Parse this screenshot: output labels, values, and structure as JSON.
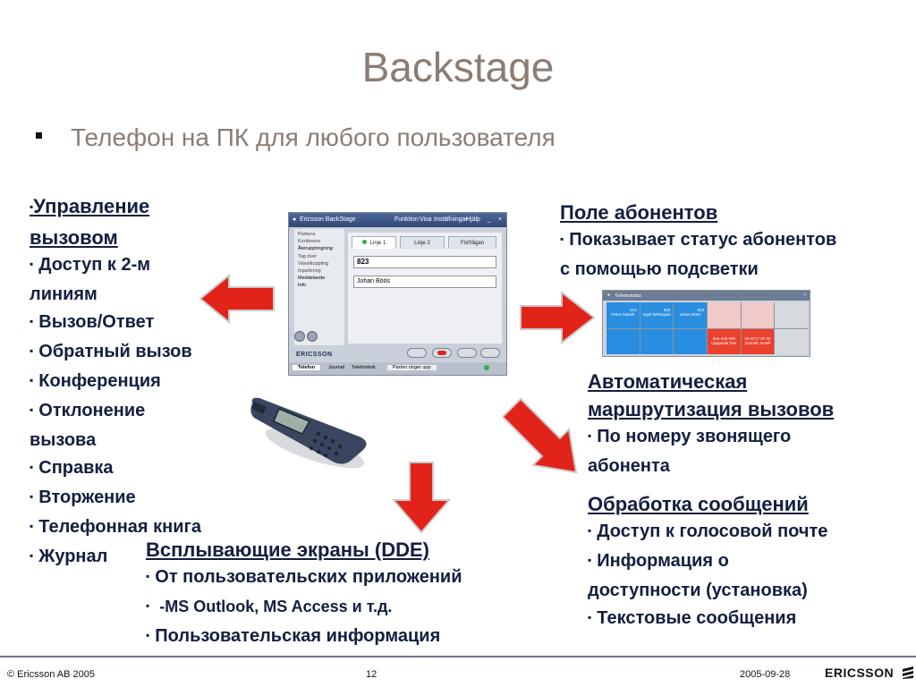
{
  "slide": {
    "title": "Backstage",
    "subtitle": "Телефон на ПК для любого пользователя"
  },
  "left_block": {
    "heading_line1": "Управление",
    "heading_line2": "вызовом",
    "items": [
      "Доступ к 2-м",
      "линиям",
      "Вызов/Ответ",
      "Обратный вызов",
      "Конференция",
      "Отклонение",
      "вызова",
      "Справка",
      "Вторжение",
      "Телефонная книга",
      "Журнал"
    ]
  },
  "pole_block": {
    "heading": "Поле абонентов",
    "line1": "Показывает статус абонентов",
    "line2": "с помощью подсветки"
  },
  "route_block": {
    "heading_line1": "Автоматическая",
    "heading_line2": "маршрутизация вызовов",
    "line1": "По номеру звонящего",
    "line2": "абонента"
  },
  "msg_block": {
    "heading": "Обработка сообщений",
    "item1": "Доступ к голосовой почте",
    "item2_line1": "Информация о",
    "item2_line2": "доступности (установка)",
    "item3": "Текстовые сообщения"
  },
  "dde_block": {
    "heading": "Всплывающие экраны (DDE)",
    "item1": "От пользовательских приложений",
    "item2": " -MS Outlook, MS Access и т.д.",
    "item3": "Пользовательская информация"
  },
  "app_window": {
    "title": "Ericsson BackStage",
    "menu": [
      "Funktion",
      "Visa",
      "Inställningar",
      "Hjälp"
    ],
    "sidebar": [
      "Parkera",
      "Konferens",
      "Återuppringning",
      "Tag över",
      "Växelkoppling",
      "Inparkning",
      "Meddelande",
      "Info"
    ],
    "tabs": [
      "Linje 1",
      "Linje 2",
      "Förfrågan"
    ],
    "number": "823",
    "name": "Johan Böös",
    "brand": "ERICSSON",
    "bottom_tabs": [
      "Telefon",
      "Journal",
      "Telefonbok"
    ],
    "status": "Parten ringer upp"
  },
  "grid_window": {
    "title": "Enhetsstatus",
    "cells": [
      {
        "l1": "213",
        "l2": "Petra Oskarli"
      },
      {
        "l1": "823",
        "l2": "Ingel Wehrquist"
      },
      {
        "l1": "823",
        "l2": "Johan Böös"
      },
      {
        "l1": "",
        "l2": ""
      },
      {
        "l1": "",
        "l2": ""
      },
      {
        "l1": "",
        "l2": ""
      },
      {
        "l1": "",
        "l2": ""
      },
      {
        "l1": "",
        "l2": ""
      },
      {
        "l1": "",
        "l2": ""
      },
      {
        "l1": "016-100 000",
        "l2": "Upppsala Taxi"
      },
      {
        "l1": "08-0717 07 00",
        "l2": "Scandic Hotell"
      },
      {
        "l1": "",
        "l2": ""
      }
    ]
  },
  "footer": {
    "copyright": "© Ericsson AB 2005",
    "page": "12",
    "date": "2005-09-28",
    "brand": "ERICSSON"
  },
  "colors": {
    "title": "#8a7d74",
    "body_text": "#141e40",
    "arrow_red": "#e2231a",
    "busy_cell": "#e9412d",
    "free_cell": "#2a8ee0"
  }
}
